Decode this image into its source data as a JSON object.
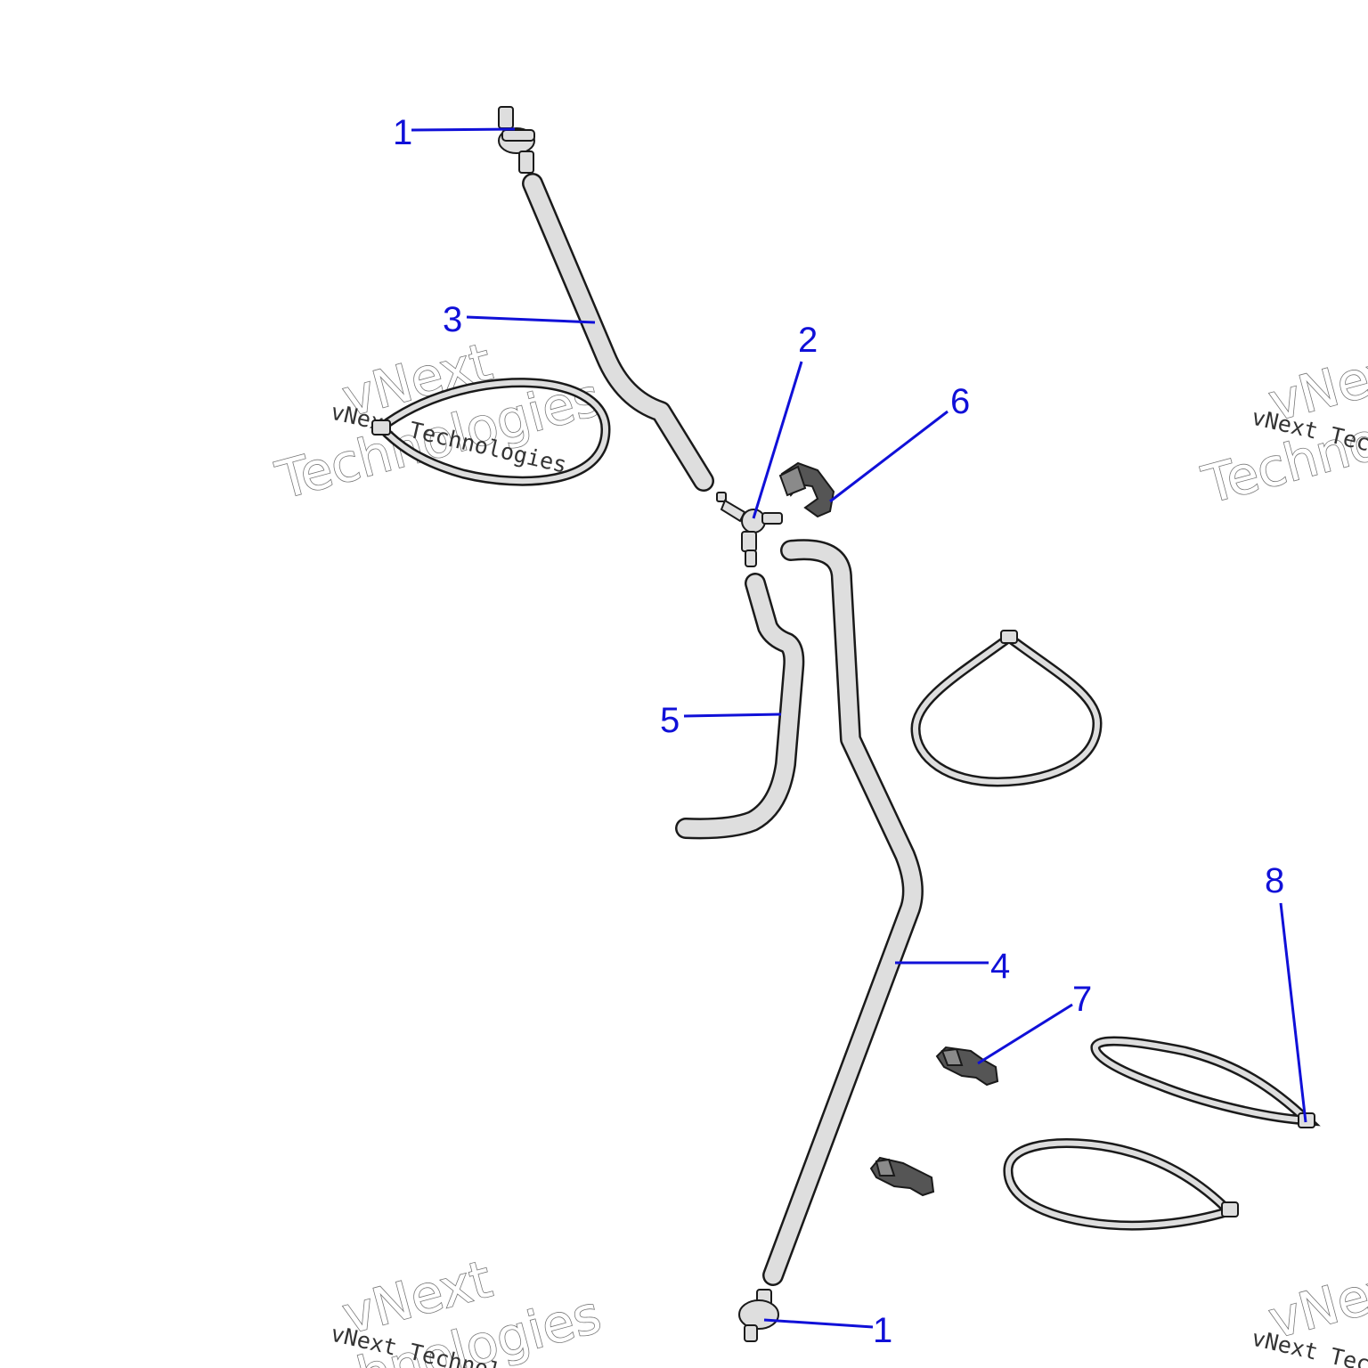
{
  "callouts": [
    {
      "num": "1"
    },
    {
      "num": "3"
    },
    {
      "num": "2"
    },
    {
      "num": "6"
    },
    {
      "num": "5"
    },
    {
      "num": "4"
    },
    {
      "num": "8"
    },
    {
      "num": "7"
    },
    {
      "num": "1"
    }
  ],
  "watermark": {
    "line_small": "vNext Technologies",
    "line_big_1": "vNext",
    "line_big_2": "Technologies"
  },
  "colors": {
    "callout": "#1010d8",
    "part_fill": "#dedede",
    "part_stroke": "#1a1a1a"
  }
}
